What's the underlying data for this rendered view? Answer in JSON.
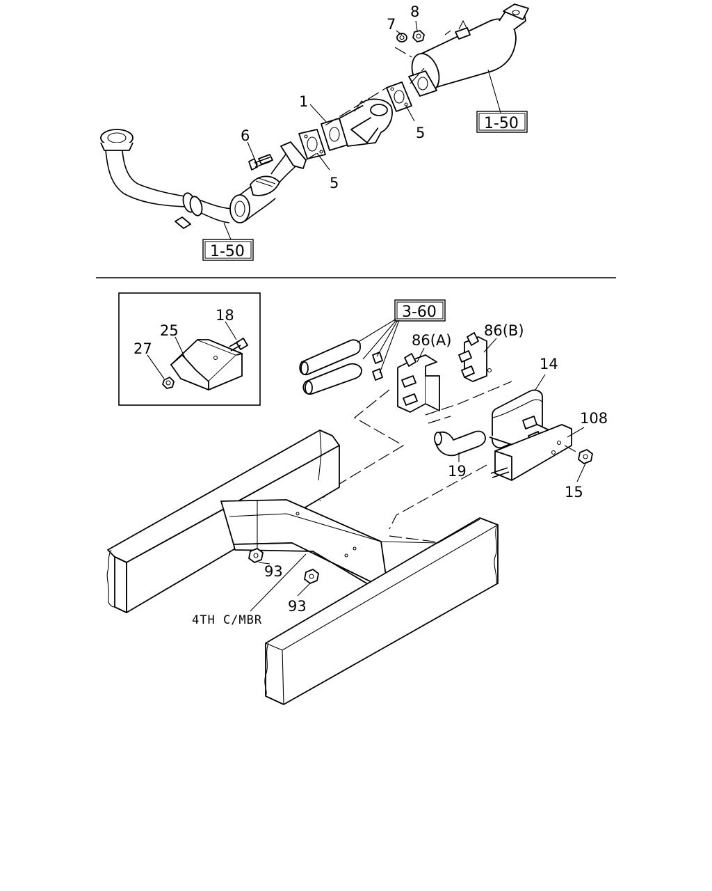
{
  "upper_section": {
    "callouts": {
      "p7": "7",
      "p8": "8",
      "p1": "1",
      "p6": "6",
      "p5a": "5",
      "p5b": "5"
    },
    "ref_boxes": {
      "muffler_ref": "1-50",
      "pipe_ref": "1-50"
    }
  },
  "lower_section": {
    "callouts": {
      "p18": "18",
      "p25": "25",
      "p27": "27",
      "p86a": "86(A)",
      "p86b": "86(B)",
      "p14": "14",
      "p108": "108",
      "p19": "19",
      "p15": "15",
      "p93a": "93",
      "p93b": "93"
    },
    "ref_boxes": {
      "hose_ref": "3-60"
    },
    "member_label": "4TH C/MBR"
  }
}
